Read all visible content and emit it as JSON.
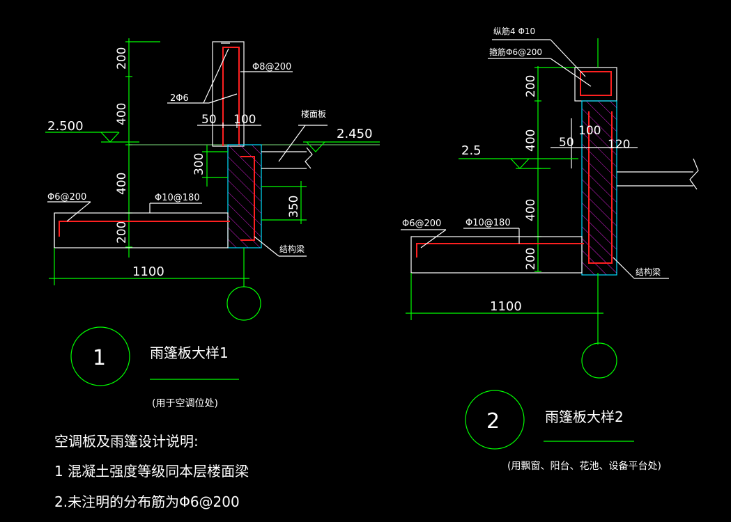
{
  "detail1": {
    "dims_vertical": [
      "200",
      "400",
      "400",
      "200"
    ],
    "elev_left": "2.500",
    "elev_right": "2.450",
    "rebar_top": "Φ8@200",
    "rebar_2phi6": "2Φ6",
    "dim_50": "50",
    "dim_100": "100",
    "floor_slab": "楼面板",
    "dim_300": "300",
    "dim_350": "350",
    "rebar_phi6": "Φ6@200",
    "rebar_phi10": "Φ10@180",
    "struct_beam": "结构梁",
    "width": "1100",
    "number": "1",
    "title": "雨篷板大样1",
    "subtitle": "(用于空调位处)"
  },
  "detail2": {
    "rebar_long": "纵筋4 Φ10",
    "rebar_stirrup": "箍筋Φ6@200",
    "dims_vertical": [
      "200",
      "400",
      "400",
      "200"
    ],
    "elev": "2.5",
    "dim_100": "100",
    "dim_50": "50",
    "dim_120": "120",
    "rebar_phi6": "Φ6@200",
    "rebar_phi10": "Φ10@180",
    "struct_beam": "结构梁",
    "width": "1100",
    "number": "2",
    "title": "雨篷板大样2",
    "subtitle": "(用飘窗、阳台、花池、设备平台处)"
  },
  "notes": {
    "heading": "空调板及雨篷设计说明:",
    "note1": "1  混凝土强度等级同本层楼面梁",
    "note2": "2.未注明的分布筋为Φ6@200"
  }
}
